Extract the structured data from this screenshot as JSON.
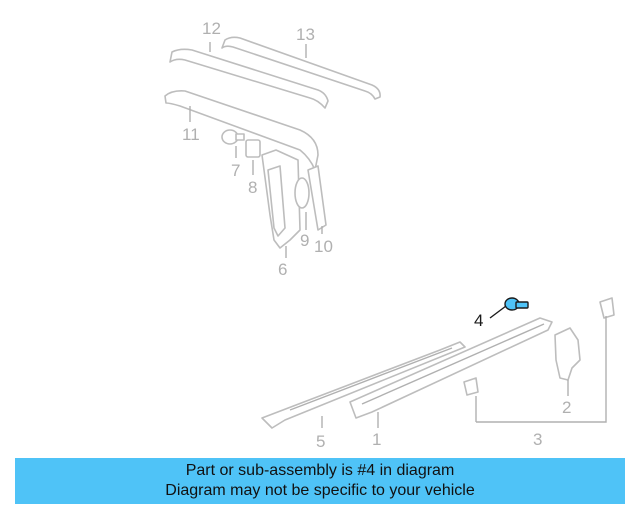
{
  "callouts": {
    "c1": "1",
    "c2": "2",
    "c3": "3",
    "c4": "4",
    "c5": "5",
    "c6": "6",
    "c7": "7",
    "c8": "8",
    "c9": "9",
    "c10": "10",
    "c11": "11",
    "c12": "12",
    "c13": "13"
  },
  "highlight_part": "4",
  "colors": {
    "highlight": "#4fc3f7",
    "part_outline": "#bdbdbd",
    "banner": "#4fc3f7"
  },
  "banner": {
    "line1": "Part or sub-assembly is #4 in diagram",
    "line2": "Diagram may not be specific to your vehicle"
  }
}
